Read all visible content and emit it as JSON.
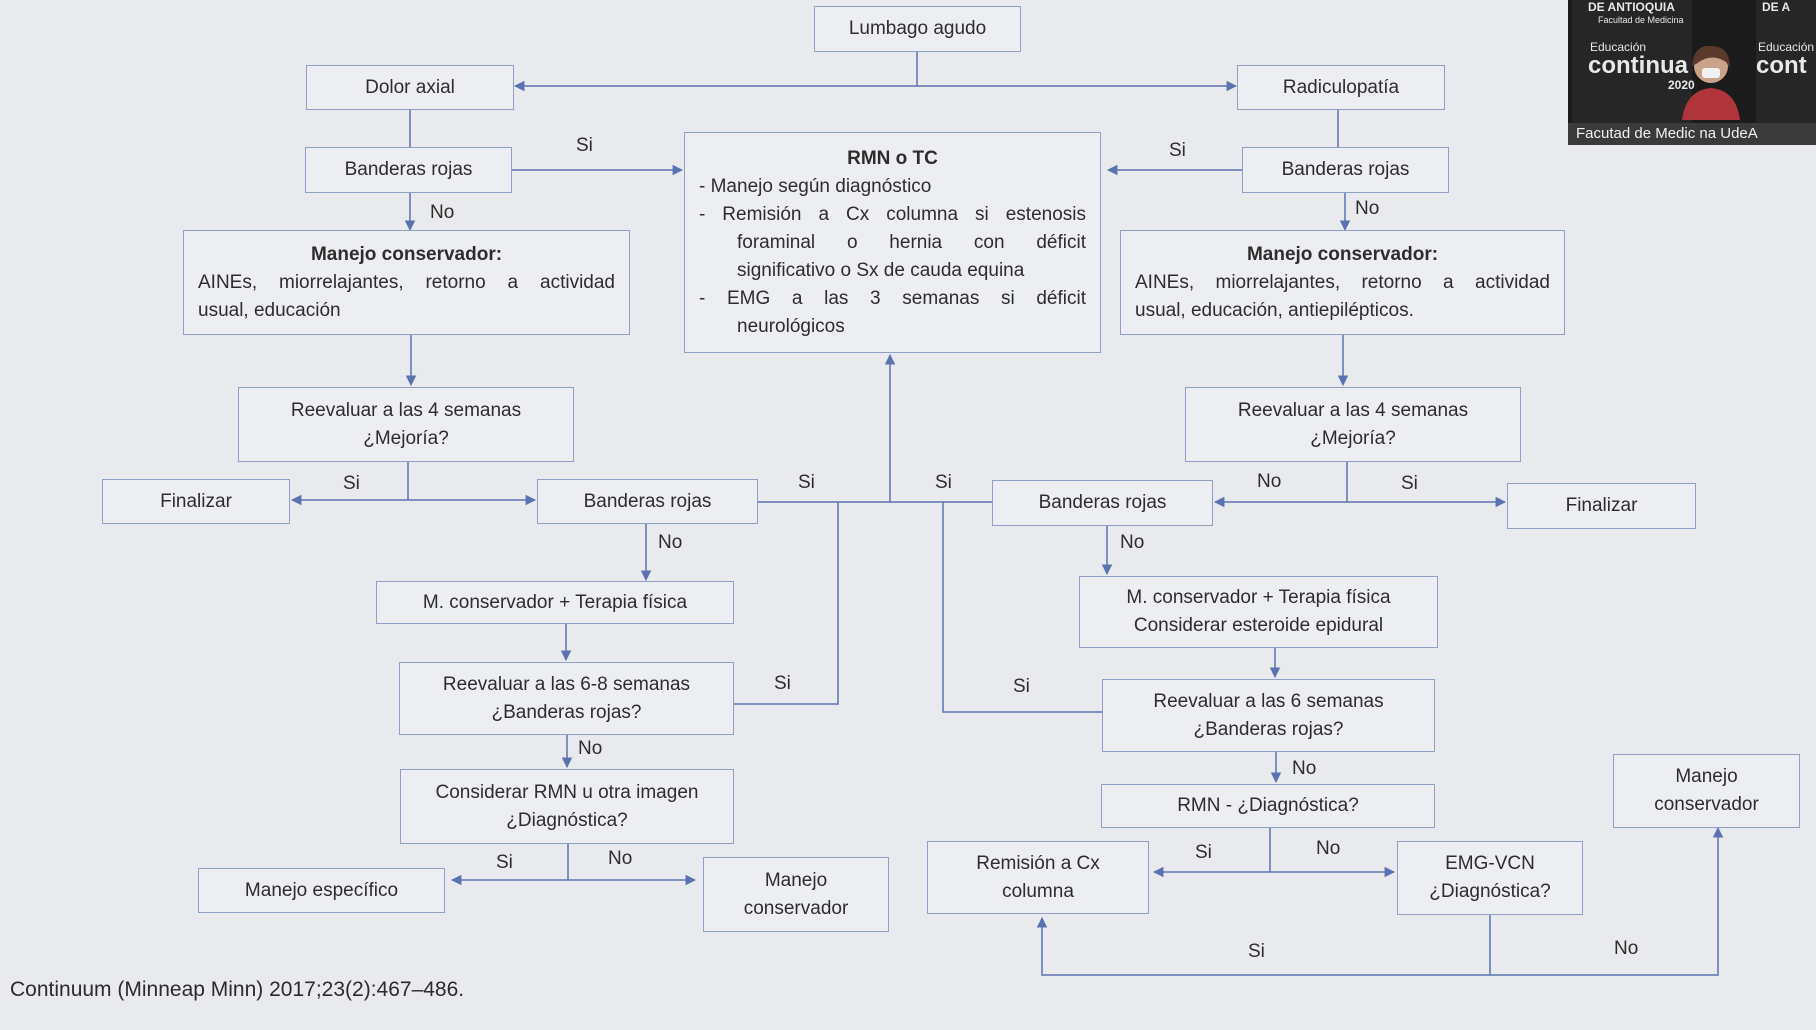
{
  "nodes": {
    "lumbago_agudo": "Lumbago agudo",
    "dolor_axial": "Dolor axial",
    "radiculopatia": "Radiculopatía",
    "banderas_rojas_left": "Banderas rojas",
    "banderas_rojas_right": "Banderas rojas",
    "rmn_tc": {
      "title": "RMN o TC",
      "lines": [
        "-   Manejo según diagnóstico",
        "-   Remisión a Cx columna si estenosis",
        "foraminal o hernia con déficit",
        "significativo o Sx de cauda equina",
        "-   EMG a las 3 semanas si déficit",
        "neurológicos"
      ]
    },
    "manejo_conservador_left": {
      "title": "Manejo conservador:",
      "lines": [
        "AINEs, miorrelajantes, retorno a actividad",
        "usual, educación"
      ]
    },
    "manejo_conservador_right": {
      "title": "Manejo conservador:",
      "lines": [
        "AINEs, miorrelajantes, retorno a actividad",
        "usual, educación, antiepilépticos."
      ]
    },
    "reevaluar_4_left": [
      "Reevaluar a las 4 semanas",
      "¿Mejoría?"
    ],
    "reevaluar_4_right": [
      "Reevaluar a las 4 semanas",
      "¿Mejoría?"
    ],
    "finalizar_left": "Finalizar",
    "finalizar_right": "Finalizar",
    "banderas_rojas_mid_left": "Banderas rojas",
    "banderas_rojas_mid_right": "Banderas rojas",
    "m_conservador_left": "M. conservador + Terapia física",
    "m_conservador_right": [
      "M. conservador + Terapia física",
      "Considerar esteroide epidural"
    ],
    "reevaluar_68": [
      "Reevaluar a las 6-8 semanas",
      "¿Banderas rojas?"
    ],
    "reevaluar_6": [
      "Reevaluar a las 6 semanas",
      "¿Banderas rojas?"
    ],
    "considerar_rmn": [
      "Considerar RMN u otra imagen",
      "¿Diagnóstica?"
    ],
    "rmn_diagnostica": "RMN - ¿Diagnóstica?",
    "manejo_especifico": "Manejo específico",
    "manejo_conservador_bottom_left": [
      "Manejo",
      "conservador"
    ],
    "remision_cx": [
      "Remisión a Cx",
      "columna"
    ],
    "emg_vcn": [
      "EMG-VCN",
      "¿Diagnóstica?"
    ],
    "manejo_conservador_far_right": [
      "Manejo",
      "conservador"
    ]
  },
  "edge_labels": {
    "si": "Si",
    "no": "No"
  },
  "citation": "Continuum (Minneap Minn) 2017;23(2):467–486.",
  "webcam": {
    "header_left": "DE ANTIOQUIA",
    "header_right": "DE A",
    "sub_left": "Facultad de Medicina",
    "edu_left": "Educación",
    "big_left": "continua",
    "year": "2020",
    "edu_right": "Educación",
    "big_right": "cont",
    "caption": "Facutad de Medic na UdeA"
  },
  "colors": {
    "background": "#e9eaed",
    "box_border": "#8fa0c4",
    "connector": "#5a72b0",
    "text": "#2d2d2d"
  }
}
